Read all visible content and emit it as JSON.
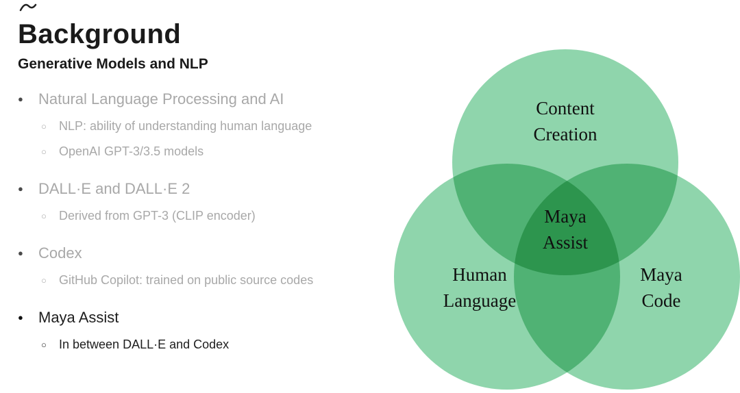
{
  "slide": {
    "title": "Background",
    "subtitle": "Generative Models and NLP",
    "bullets": [
      {
        "label": "Natural Language Processing and AI",
        "sub": [
          "NLP: ability of understanding human language",
          "OpenAI GPT-3/3.5 models"
        ]
      },
      {
        "label": "DALL·E and DALL·E 2",
        "sub": [
          "Derived from GPT-3 (CLIP encoder)"
        ]
      },
      {
        "label": "Codex",
        "sub": [
          "GitHub Copilot: trained on public source codes"
        ]
      },
      {
        "label": "Maya Assist",
        "sub": [
          "In between DALL·E and Codex"
        ]
      }
    ]
  },
  "icons": {
    "bullet": "●",
    "sub_bullet": "○"
  },
  "venn": {
    "color": "#8FD5AC",
    "labels": {
      "top": "Content\nCreation",
      "left": "Human\nLanguage",
      "right": "Maya\nCode",
      "center": "Maya\nAssist"
    }
  }
}
